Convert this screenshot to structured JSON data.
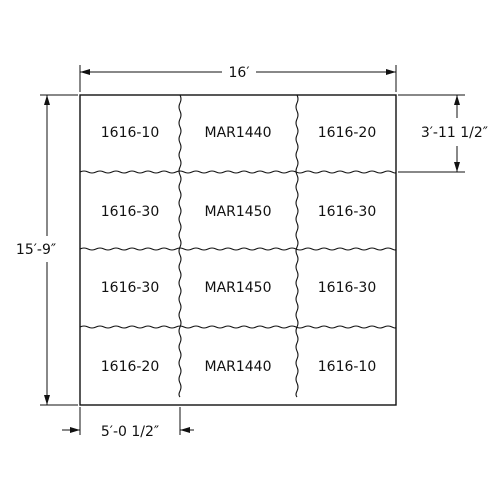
{
  "drawing": {
    "line_color": "#111111",
    "background": "#ffffff",
    "dimensions": {
      "overall_width": "16′",
      "overall_height": "15′-9″",
      "panel_height": "3′-11 1/2″",
      "panel_width": "5′-0 1/2″"
    },
    "grid": {
      "rows": [
        [
          "1616-10",
          "MAR1440",
          "1616-20"
        ],
        [
          "1616-30",
          "MAR1450",
          "1616-30"
        ],
        [
          "1616-30",
          "MAR1450",
          "1616-30"
        ],
        [
          "1616-20",
          "MAR1440",
          "1616-10"
        ]
      ]
    }
  }
}
